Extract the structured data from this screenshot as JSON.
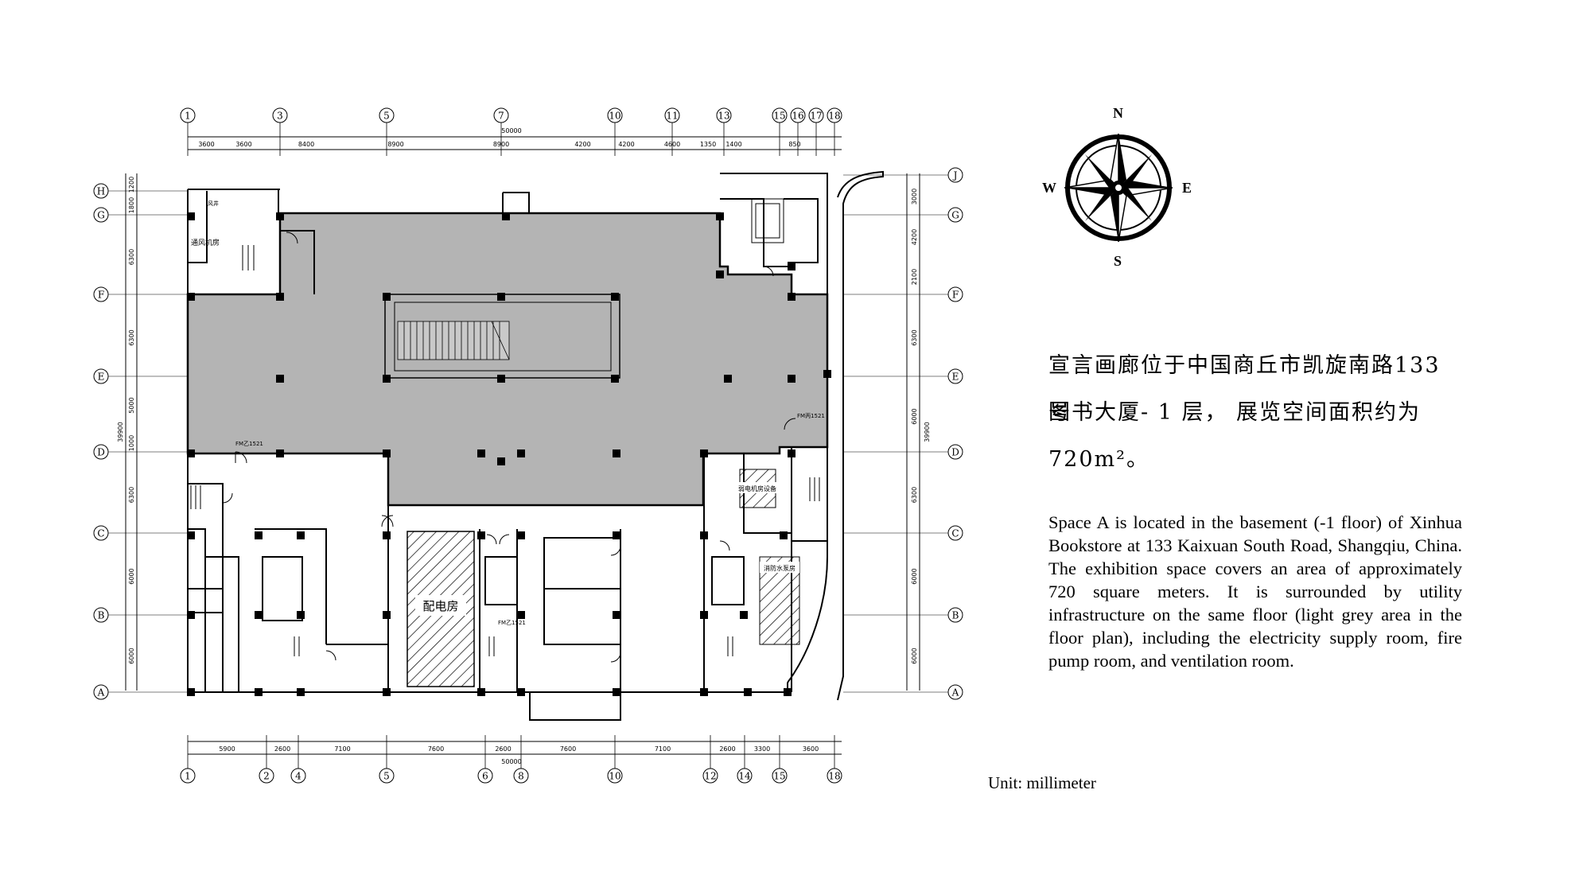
{
  "grid": {
    "top_axes": [
      "1",
      "3",
      "5",
      "7",
      "10",
      "11",
      "13",
      "15",
      "16",
      "17",
      "18"
    ],
    "top_dims": [
      "3600",
      "3600",
      "8400",
      "8900",
      "8900",
      "4200",
      "4200",
      "4600",
      "1350",
      "1400",
      "850"
    ],
    "top_total": "50000",
    "bottom_axes": [
      "1",
      "2",
      "4",
      "5",
      "6",
      "8",
      "10",
      "12",
      "14",
      "15",
      "18"
    ],
    "bottom_dims": [
      "5900",
      "2600",
      "7100",
      "7600",
      "2600",
      "7600",
      "7100",
      "2600",
      "3300",
      "3600"
    ],
    "bottom_total": "50000",
    "left_axes": [
      "H",
      "G",
      "F",
      "E",
      "D",
      "C",
      "B",
      "A"
    ],
    "left_dims": [
      "1200",
      "1800",
      "6300",
      "6300",
      "5000",
      "1000",
      "6300",
      "6000",
      "6000"
    ],
    "left_total": "39900",
    "right_axes": [
      "J",
      "G",
      "F",
      "E",
      "D",
      "C",
      "B",
      "A"
    ],
    "right_dims": [
      "3000",
      "4200",
      "2100",
      "6300",
      "6000",
      "6300",
      "6000",
      "6000"
    ],
    "right_total": "39900"
  },
  "rooms": {
    "power_room": "配电房",
    "ventilation": "通风机房",
    "fire_pump": "消防水泵房",
    "equipment": "弱电机房设备",
    "small_room": "风井",
    "door_tags": [
      "FM乙1521",
      "FM丙1521",
      "FM乙1521"
    ]
  },
  "compass": {
    "n": "N",
    "s": "S",
    "e": "E",
    "w": "W"
  },
  "description": {
    "cn_lines": [
      "宣言画廊位于中国商丘市凯旋南路133号",
      "图书大厦- 1 层， 展览空间面积约为",
      "720m²。"
    ],
    "en": "Space A is located in the basement (-1 floor) of Xinhua Bookstore at 133 Kaixuan South Road, Shangqiu, China. The exhibition space covers an area of approximately 720 square meters. It is surrounded by utility infrastructure on the same floor (light grey area in the floor plan), including the electricity supply room, fire pump room, and ventilation room."
  },
  "unit": "Unit: millimeter",
  "colors": {
    "exhibition_fill": "#b4b4b4",
    "line": "#000000"
  }
}
